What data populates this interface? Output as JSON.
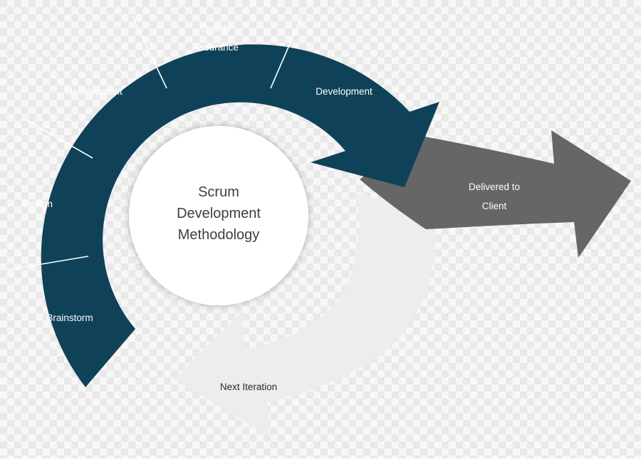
{
  "center": {
    "lines": [
      "Scrum",
      "Development",
      "Methodology"
    ]
  },
  "segments": [
    {
      "label_lines": [
        "Brainstorm"
      ]
    },
    {
      "label_lines": [
        "Design"
      ]
    },
    {
      "label_lines": [
        "Development"
      ]
    },
    {
      "label_lines": [
        "Quality",
        "Assurance"
      ]
    },
    {
      "label_lines": [
        "Development"
      ]
    }
  ],
  "delivered": {
    "lines": [
      "Delivered to",
      "Client"
    ]
  },
  "next_iteration": {
    "label": "Next Iteration"
  },
  "colors": {
    "cycle": "#0f4259",
    "delivered_arrow": "#666666",
    "next_arrow": "#ededed",
    "center_fill": "#ffffff",
    "background_light": "#f7f7f7",
    "background_dark": "#e9e9e9"
  }
}
